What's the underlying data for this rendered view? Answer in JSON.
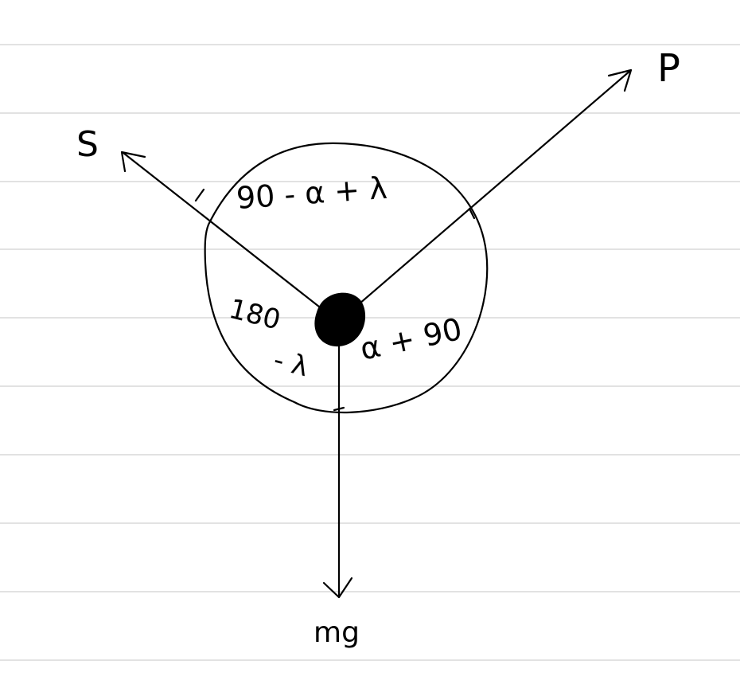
{
  "forces": {
    "s": "S",
    "p": "P",
    "mg": "mg"
  },
  "angles": {
    "top": "90 - α + λ",
    "left_line1": "180",
    "left_line2": "- λ",
    "right": "α + 90"
  },
  "colors": {
    "ink": "#000000",
    "paper": "#ffffff",
    "ruled_lines": "#d8d8d8"
  }
}
